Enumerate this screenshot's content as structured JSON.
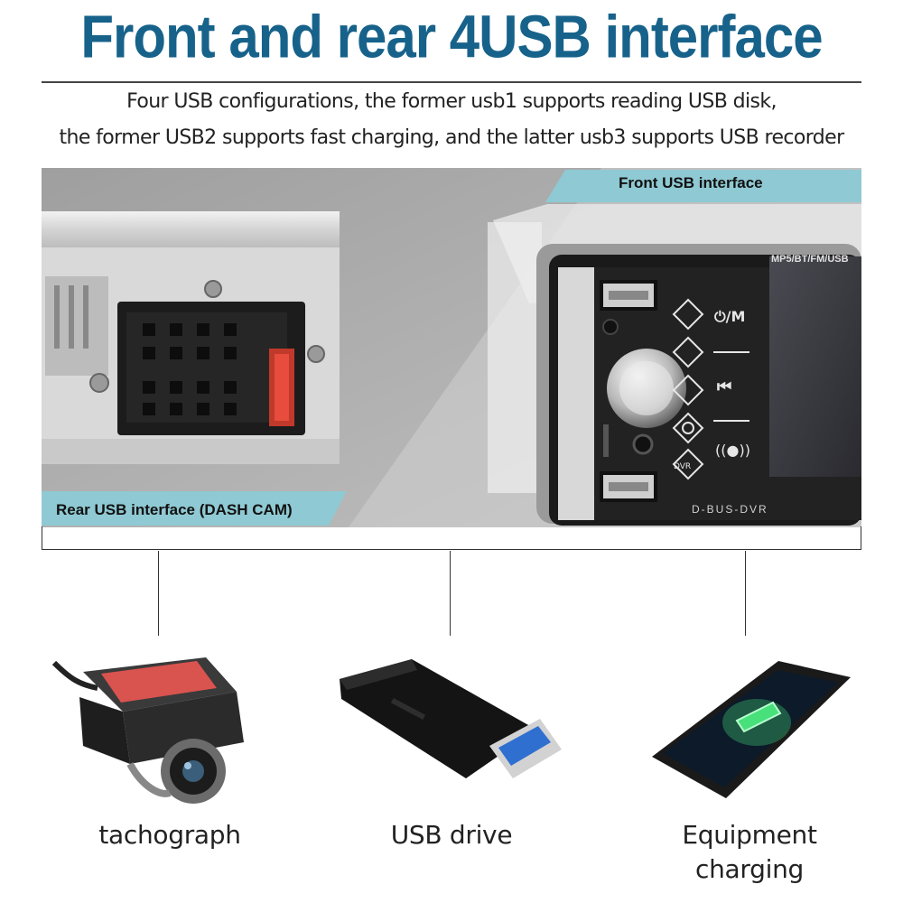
{
  "header": {
    "title": "Front and rear 4USB interface",
    "description_line1": "Four USB configurations, the former usb1 supports reading USB disk,",
    "description_line2": "the former USB2 supports fast charging, and the latter usb3 supports USB recorder"
  },
  "panel": {
    "front_label": "Front USB interface",
    "rear_label": "Rear USB interface (DASH CAM)",
    "device_top_text": "MP5/BT/FM/USB",
    "device_bottom_text": "D-BUS-DVR",
    "button_power_mode": "⏻/M",
    "button_dvr": "DVR"
  },
  "products": [
    {
      "caption": "tachograph",
      "icon": "dash-cam-icon"
    },
    {
      "caption": "USB drive",
      "icon": "usb-drive-icon"
    },
    {
      "caption": "Equipment charging",
      "icon": "smartphone-icon"
    }
  ],
  "colors": {
    "title_blue": "#17628a",
    "label_teal": "#8fc9d3",
    "panel_gray": "#b6b6b6"
  }
}
